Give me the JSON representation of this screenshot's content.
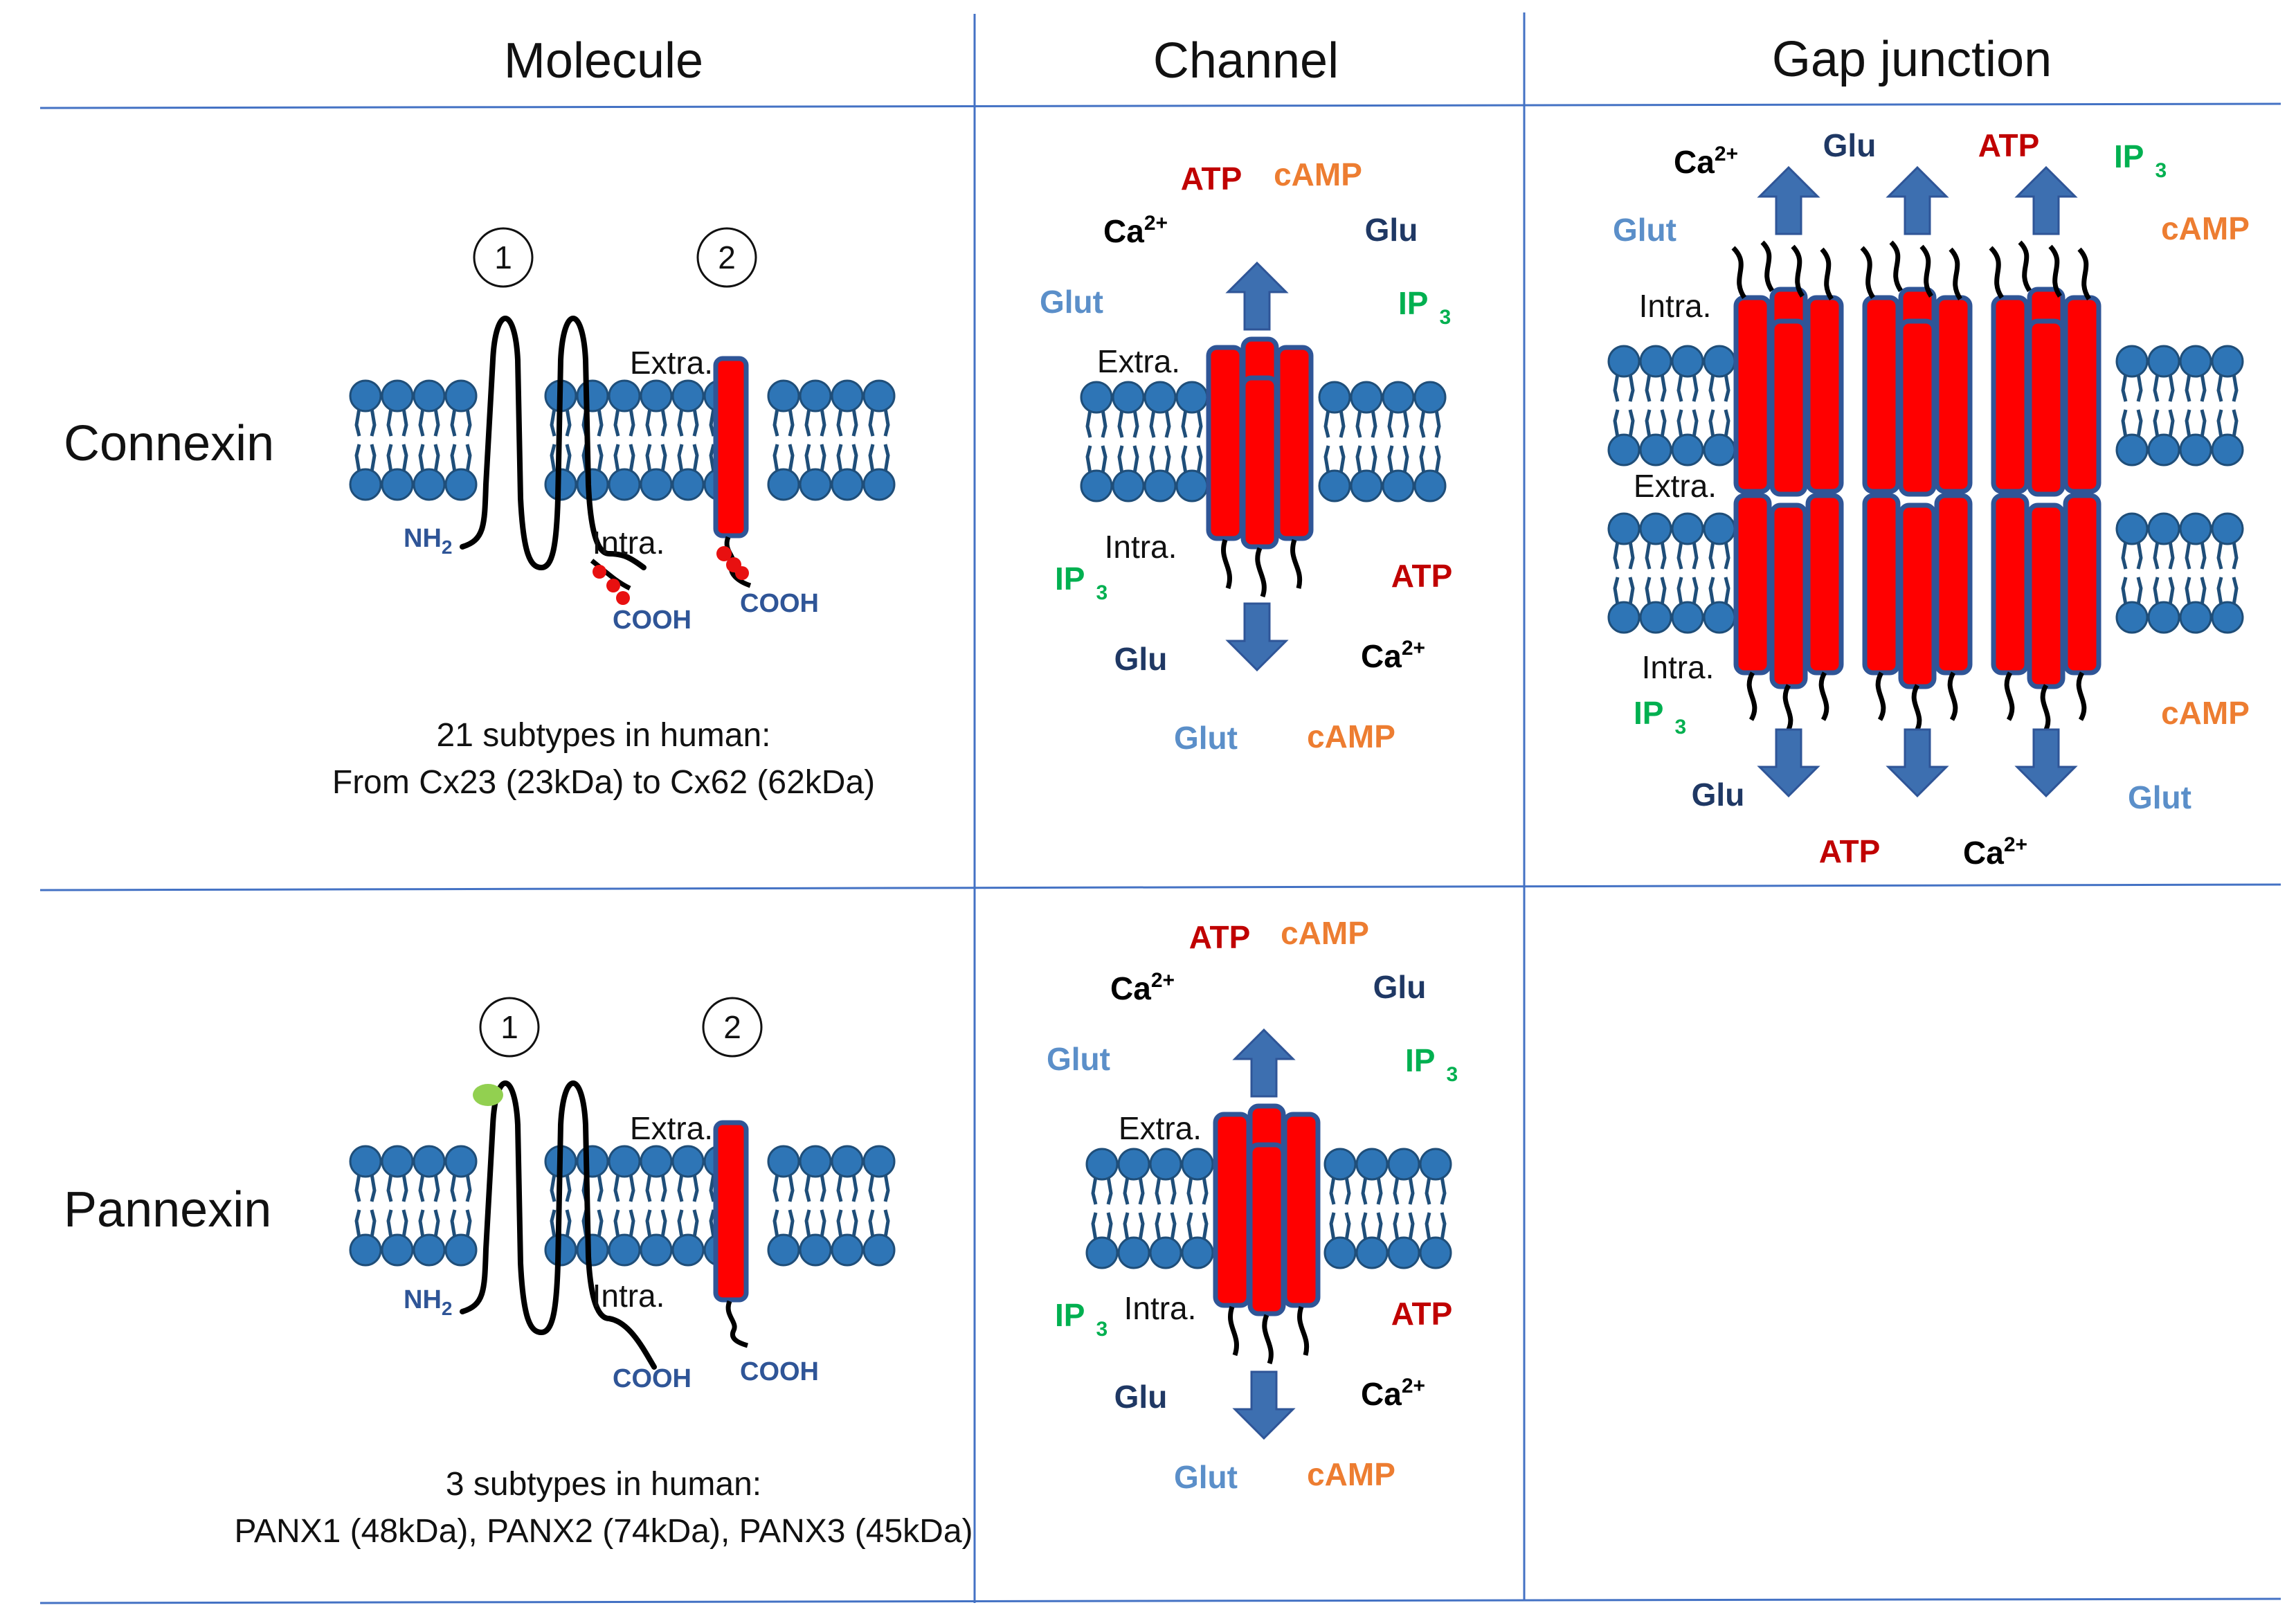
{
  "headers": {
    "molecule": "Molecule",
    "channel": "Channel",
    "gap_junction": "Gap junction"
  },
  "rows": {
    "connexin": "Connexin",
    "pannexin": "Pannexin"
  },
  "labels": {
    "extra": "Extra.",
    "intra": "Intra.",
    "nh2": "NH",
    "nh2_sub": "2",
    "cooh": "COOH",
    "circle_1": "1",
    "circle_2": "2"
  },
  "captions": {
    "connexin_line1": "21 subtypes in human:",
    "connexin_line2": "From Cx23 (23kDa) to Cx62 (62kDa)",
    "pannexin_line1": "3 subtypes in human:",
    "pannexin_line2": "PANX1 (48kDa), PANX2 (74kDa), PANX3 (45kDa)"
  },
  "molecules": {
    "atp": "ATP",
    "camp": "cAMP",
    "ca": "Ca",
    "ca_sup": "2+",
    "glu": "Glu",
    "glut": "Glut",
    "ip": "IP",
    "ip_sub": "3"
  },
  "colors": {
    "atp": "#c00000",
    "camp": "#ed7d31",
    "ca": "#000000",
    "glu": "#1f3864",
    "glut": "#5b8fc9",
    "ip3": "#00b050",
    "lipid_head": "#2e75b6",
    "lipid_outline": "#1f4e79",
    "cylinder_fill": "#ff0000",
    "cylinder_stroke": "#2f5597",
    "arrow": "#3d6fb0",
    "grid": "#4472c4",
    "glyco": "#92d050"
  }
}
